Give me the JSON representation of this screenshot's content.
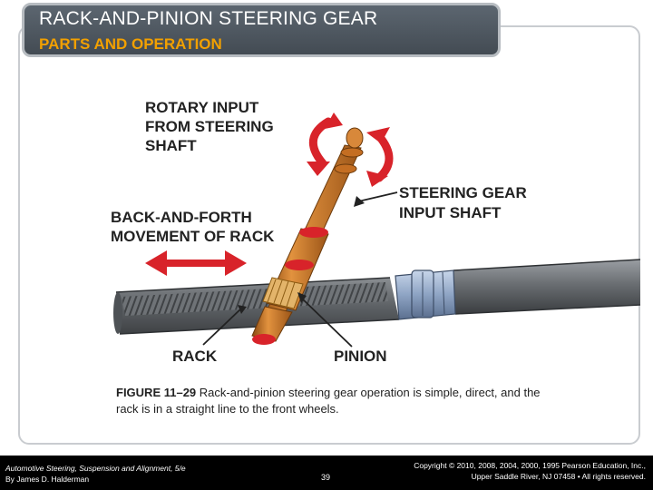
{
  "header": {
    "title": "RACK-AND-PINION STEERING GEAR",
    "subtitle": "PARTS AND OPERATION"
  },
  "figure": {
    "labels": {
      "rotary_input_1": "ROTARY INPUT",
      "rotary_input_2": "FROM STEERING",
      "rotary_input_3": "SHAFT",
      "input_shaft_1": "STEERING GEAR",
      "input_shaft_2": "INPUT SHAFT",
      "movement_1": "BACK-AND-FORTH",
      "movement_2": "MOVEMENT OF RACK",
      "rack": "RACK",
      "pinion": "PINION"
    },
    "caption_id": "FIGURE 11–29",
    "caption_text": " Rack-and-pinion steering gear operation is simple, direct, and the rack is in a straight line to the front wheels."
  },
  "footer": {
    "book_title": "Automotive Steering, Suspension and Alignment, 5/e",
    "author": "By James D. Halderman",
    "page_number": "39",
    "copyright_1": "Copyright © 2010, 2008, 2004, 2000, 1995 Pearson Education, Inc.,",
    "copyright_2": "Upper Saddle River, NJ 07458 • All rights reserved."
  },
  "colors": {
    "title_bg": "#4b545d",
    "subtitle": "#f2a000",
    "arrow_red": "#d8232a",
    "shaft_orange": "#d07a28",
    "rack_gray": "#6d7175",
    "fitting_blue": "#8ea4c4",
    "footer_bg": "#000000"
  }
}
